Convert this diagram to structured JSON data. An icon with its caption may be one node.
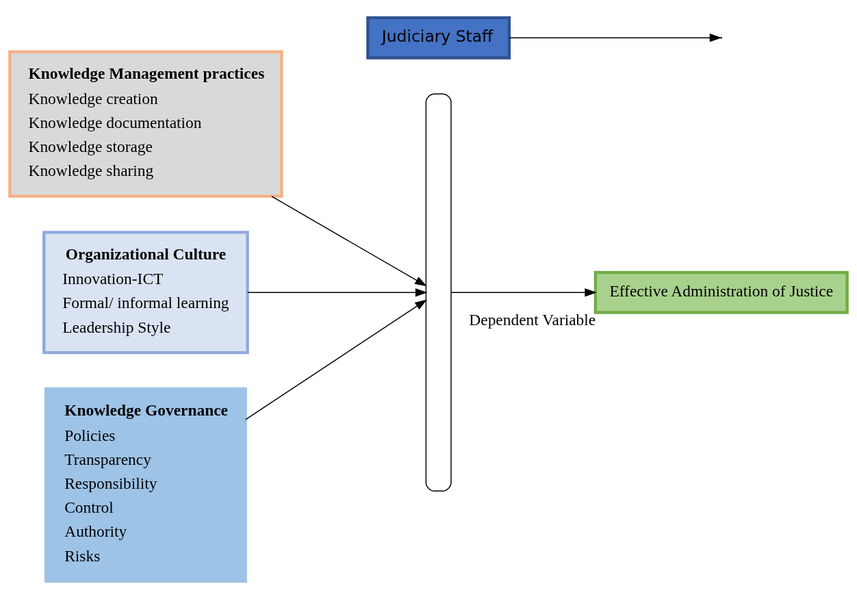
{
  "diagram": {
    "nodes": [
      {
        "text": [
          "Knowledge Management practices",
          "Knowledge creation",
          "Knowledge documentation",
          "Knowledge storage",
          "Knowledge sharing"
        ]
      },
      {
        "text": [
          "Organizational Culture",
          "Innovation-ICT",
          "Formal/ informal learning",
          "Leadership Style"
        ]
      },
      {
        "text": [
          "Knowledge Governance",
          "Policies",
          "Transparency",
          "Responsibility",
          "Control",
          "Authority",
          "Risks"
        ]
      },
      {
        "text": [],
        "shape": "brace"
      },
      {
        "text": [
          "Effective Administration of Justice"
        ],
        "beside": [
          "Dependent Variable"
        ]
      },
      {
        "text": [
          "Judiciary Staff"
        ]
      }
    ],
    "edges": [
      {
        "from": 0,
        "to": 3,
        "arrow": "to"
      },
      {
        "from": 1,
        "to": 3,
        "arrow": "to"
      },
      {
        "from": 2,
        "to": 3,
        "arrow": "to"
      },
      {
        "from": 3,
        "to": 4,
        "arrow": "to"
      },
      {
        "from": 5,
        "to": null,
        "arrow": "to"
      }
    ]
  }
}
